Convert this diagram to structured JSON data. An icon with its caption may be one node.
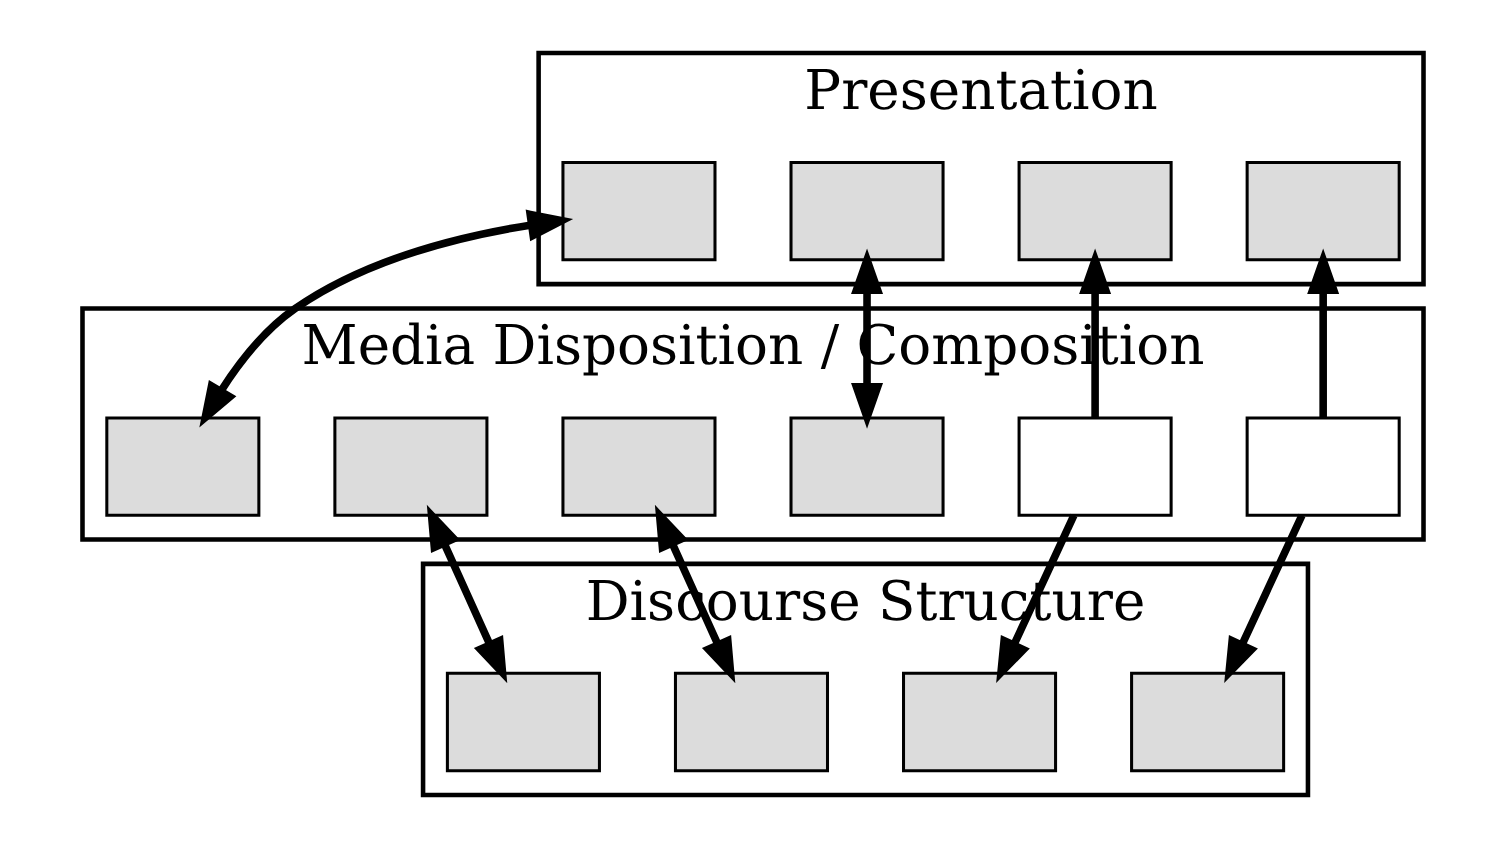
{
  "diagram": {
    "nodes": [
      {
        "text": [
          "Presentation"
        ]
      },
      {
        "text": [],
        "shape": "box",
        "in": 0
      },
      {
        "text": [],
        "shape": "box",
        "in": 0
      },
      {
        "text": [],
        "shape": "box",
        "in": 0
      },
      {
        "text": [],
        "shape": "box",
        "in": 0
      },
      {
        "text": [
          "Media Disposition / Composition"
        ]
      },
      {
        "text": [],
        "shape": "box",
        "in": 5
      },
      {
        "text": [],
        "shape": "box",
        "in": 5
      },
      {
        "text": [],
        "shape": "box",
        "in": 5
      },
      {
        "text": [],
        "shape": "box",
        "in": 5
      },
      {
        "text": [],
        "shape": "box",
        "in": 5
      },
      {
        "text": [],
        "shape": "box",
        "in": 5
      },
      {
        "text": [
          "Discourse Structure"
        ]
      },
      {
        "text": [],
        "shape": "box",
        "in": 12
      },
      {
        "text": [],
        "shape": "box",
        "in": 12
      },
      {
        "text": [],
        "shape": "box",
        "in": 12
      },
      {
        "text": [],
        "shape": "box",
        "in": 12
      }
    ],
    "edges": [
      {
        "from": 1,
        "to": 6,
        "arrow": "both"
      },
      {
        "from": 2,
        "to": 9,
        "arrow": "both"
      },
      {
        "from": 7,
        "to": 13,
        "arrow": "both"
      },
      {
        "from": 8,
        "to": 14,
        "arrow": "both"
      },
      {
        "from": 10,
        "to": 3,
        "arrow": "to"
      },
      {
        "from": 11,
        "to": 4,
        "arrow": "to"
      },
      {
        "from": 10,
        "to": 15,
        "arrow": "to"
      },
      {
        "from": 11,
        "to": 16,
        "arrow": "to"
      }
    ]
  }
}
